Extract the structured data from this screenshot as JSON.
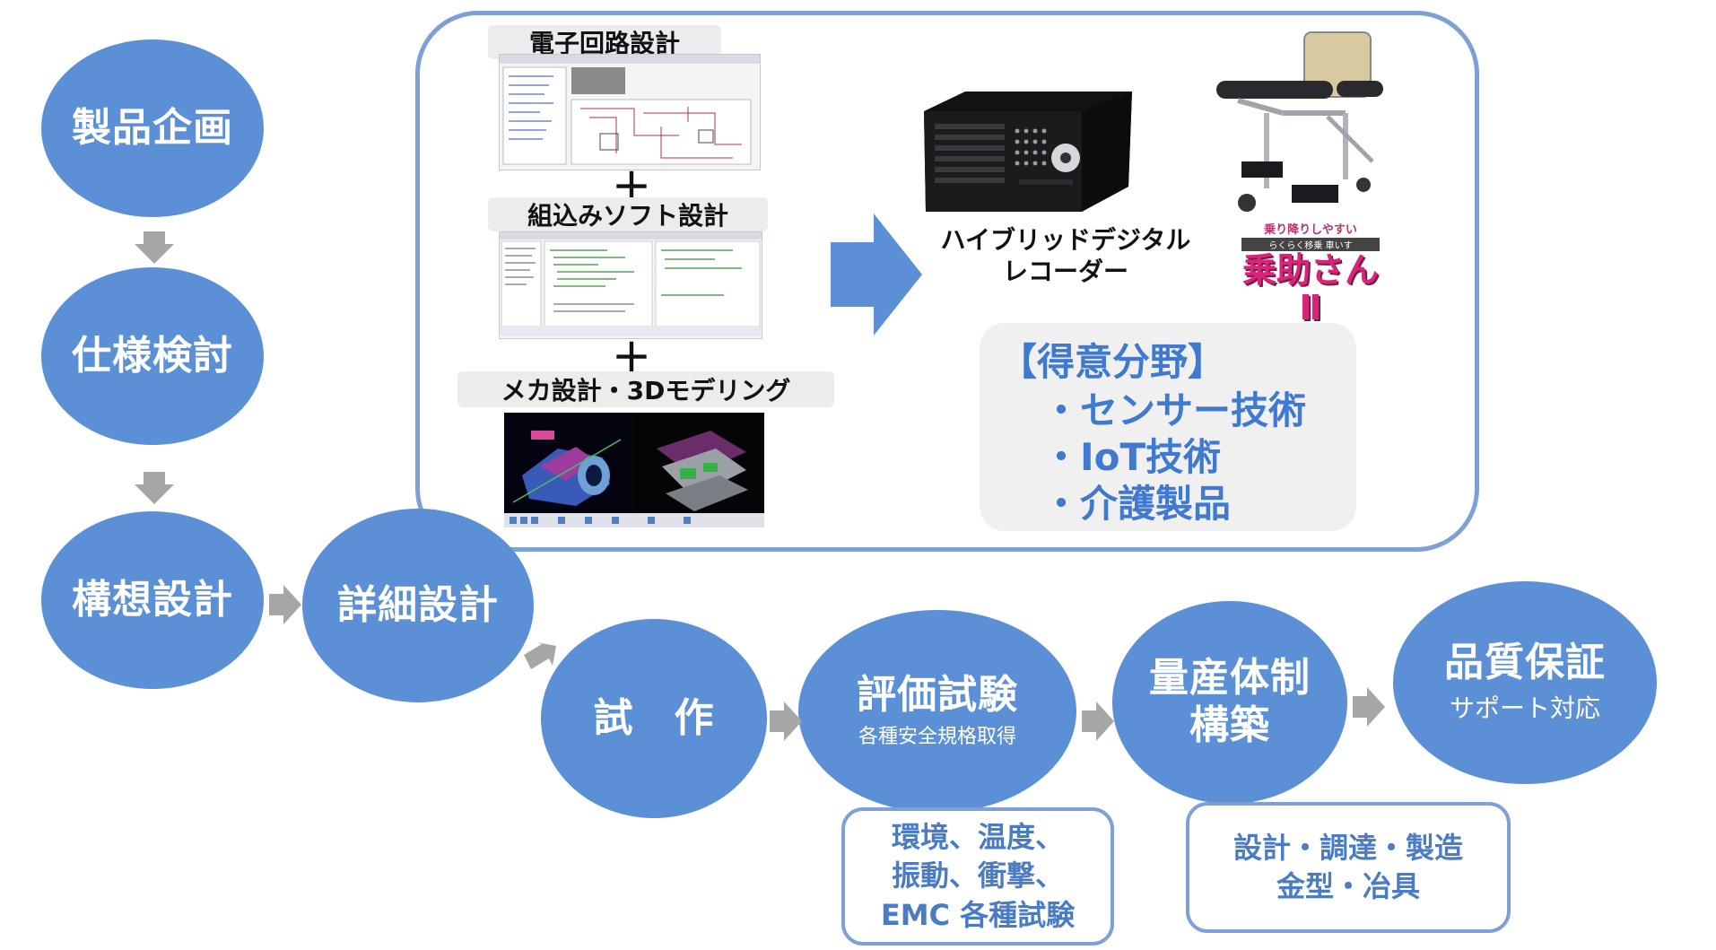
{
  "process": {
    "planning": "製品企画",
    "spec_review": "仕様検討",
    "concept_design": "構想設計",
    "detailed_design": "詳細設計",
    "prototype": "試　作",
    "evaluation": "評価試験",
    "evaluation_sub": "各種安全規格取得",
    "mass_production_1": "量産体制",
    "mass_production_2": "構築",
    "quality": "品質保証",
    "quality_sub": "サポート対応"
  },
  "design": {
    "circuit": "電子回路設計",
    "plus_1": "＋",
    "software": "組込みソフト設計",
    "plus_2": "＋",
    "mechanical": "メカ設計・3Dモデリング"
  },
  "products": {
    "recorder_line1": "ハイブリッドデジタル",
    "recorder_line2": "レコーダー",
    "chair_tagline": "乗り降りしやすい",
    "chair_subtagline": "らくらく移乗 車いす",
    "chair_name": "乗助さんⅡ"
  },
  "specialty": {
    "title": "【得意分野】",
    "items": [
      "・センサー技術",
      "・IoT技術",
      "・介護製品"
    ]
  },
  "tests_box": {
    "line1": "環境、温度、",
    "line2": "振動、衝撃、",
    "line3": "EMC 各種試験"
  },
  "production_box": {
    "line1": "設計・調達・製造",
    "line2": "金型・冶具"
  },
  "colors": {
    "circle": "#5b8fd6",
    "frame": "#7ea0d6",
    "accent_text": "#3f7ad0",
    "arrow_gray": "#a6a6a6",
    "arrow_blue": "#5b8fd6"
  }
}
